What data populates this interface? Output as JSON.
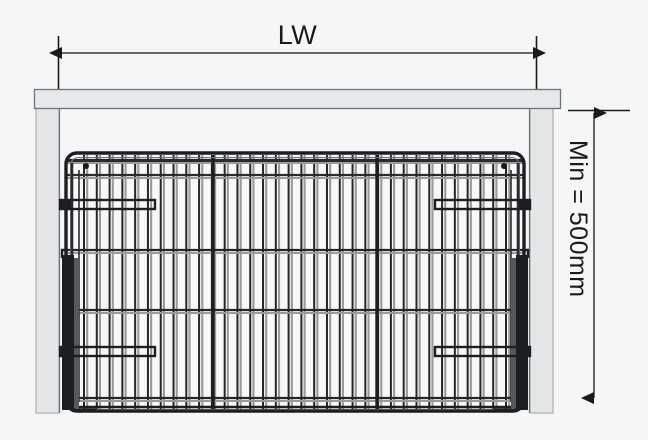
{
  "drawing": {
    "title": "Pull-out wire basket elevation drawing",
    "background_color": "#f4f6f7",
    "line_color": "#1a1a1a",
    "panel_fill": "#e4e6e7",
    "rail_fill": "#e6e8e9",
    "wire_color": "#24262a",
    "wire_shadow_color": "#9a9a96"
  },
  "dimensions": {
    "width_label": "LW",
    "height_label": "Min = 500mm"
  },
  "annotations": {
    "width_dimension_name": "cabinet interior width",
    "height_dimension_name": "minimum cabinet height"
  },
  "components": {
    "top_rail": "cabinet top rail",
    "left_panel": "cabinet left side panel",
    "right_panel": "cabinet right side panel",
    "basket": "wire pull-out basket",
    "left_slide": "left slide runner",
    "right_slide": "right slide runner"
  },
  "grid": {
    "vertical_wire_count": 34,
    "vertical_wire_spacing": 13,
    "horizontal_wire_positions": [
      160,
      175,
      250,
      310,
      398
    ]
  }
}
